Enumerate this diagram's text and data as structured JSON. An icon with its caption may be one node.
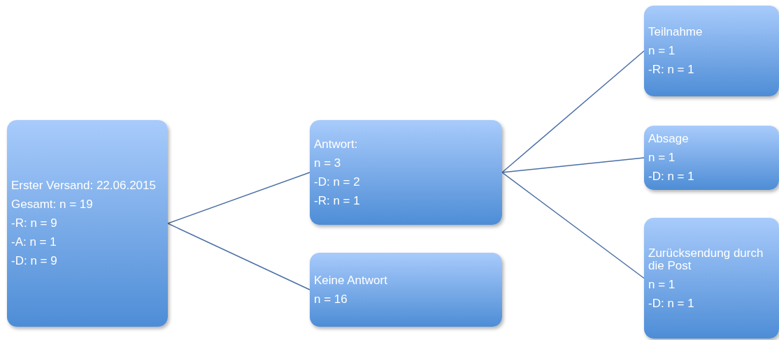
{
  "diagram": {
    "nodes": [
      {
        "text": [
          "Erster Versand: 22.06.2015",
          "Gesamt: n = 19",
          "-R: n = 9",
          "-A: n = 1",
          "-D: n = 9"
        ]
      },
      {
        "text": [
          "Antwort:",
          "n = 3",
          "-D: n = 2",
          "-R: n = 1"
        ]
      },
      {
        "text": [
          "Keine Antwort",
          "n = 16"
        ]
      },
      {
        "text": [
          "Teilnahme",
          "n = 1",
          "-R: n = 1"
        ]
      },
      {
        "text": [
          "Absage",
          "n = 1",
          "-D: n = 1"
        ]
      },
      {
        "text": [
          "Zurücksendung durch die Post",
          "n = 1",
          "-D: n = 1"
        ]
      }
    ],
    "edges": [
      {
        "from": 0,
        "to": 1,
        "arrow": "none"
      },
      {
        "from": 0,
        "to": 2,
        "arrow": "none"
      },
      {
        "from": 1,
        "to": 3,
        "arrow": "none"
      },
      {
        "from": 1,
        "to": 4,
        "arrow": "none"
      },
      {
        "from": 1,
        "to": 5,
        "arrow": "none"
      }
    ]
  }
}
